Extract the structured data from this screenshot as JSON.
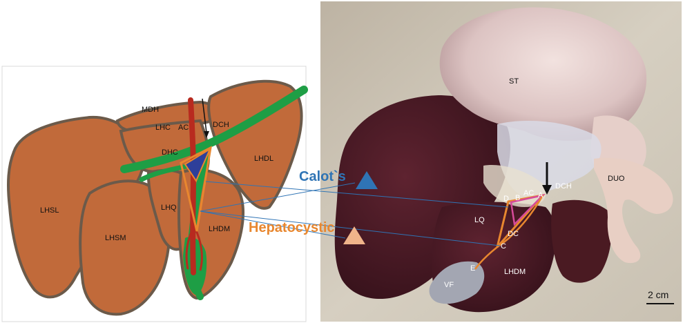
{
  "colors": {
    "liver_schematic": "#c16a3a",
    "liver_outline": "#6b5a4a",
    "bile_duct_green": "#1e9e45",
    "artery_red": "#b82a1f",
    "calot_blue": "#2f74b5",
    "hepatocystic_orange": "#e8872f",
    "photo_liver": "#4a1a22",
    "photo_bg": "#cfc6b6"
  },
  "schematic": {
    "labels": {
      "mdh": "MDH",
      "lhc": "LHC",
      "ac": "AC",
      "dch": "DCH",
      "dhc": "DHC",
      "lhdl": "LHDL",
      "lhsl": "LHSL",
      "lhq": "LHQ",
      "lhdm": "LHDM",
      "lhsm": "LHSM"
    }
  },
  "photo": {
    "labels": {
      "st": "ST",
      "d": "D",
      "b": "B",
      "ac": "AC",
      "a": "A",
      "dch": "DCH",
      "duo": "DUO",
      "lq": "LQ",
      "dc": "DC",
      "c": "C",
      "e": "E",
      "vf": "VF",
      "lhdm": "LHDM"
    },
    "scale_bar": "2 cm"
  },
  "triangles": {
    "calot_label": "Calot`s",
    "hepatocystic_label": "Hepatocystic"
  }
}
